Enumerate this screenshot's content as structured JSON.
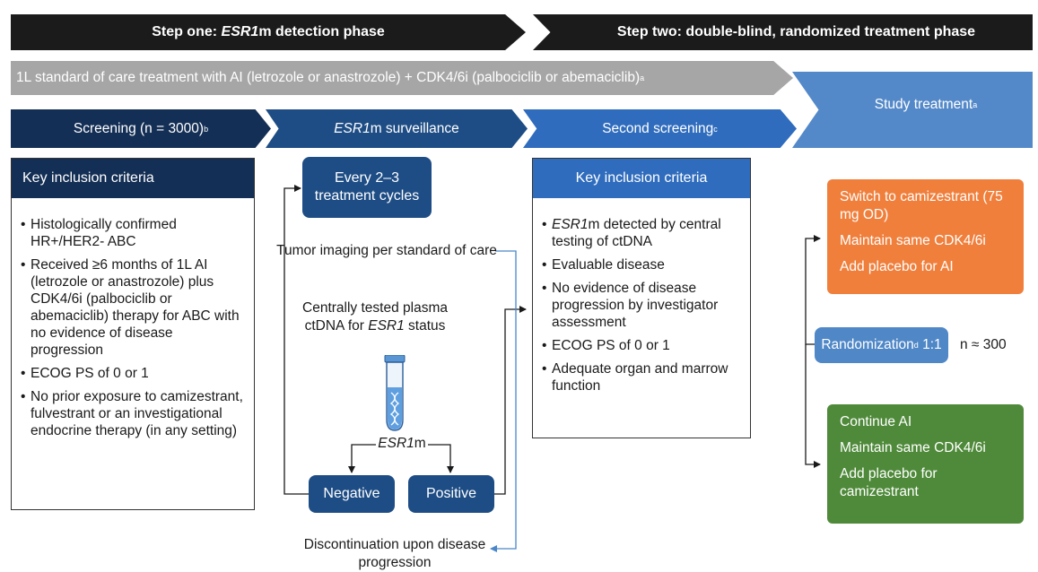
{
  "phases": {
    "one": {
      "prefix": "Step one: ",
      "italic": "ESR1",
      "suffix": "m detection phase"
    },
    "two": "Step two: double-blind, randomized treatment phase"
  },
  "band": {
    "text": "1L standard of care treatment with AI (letrozole or anastrozole) + CDK4/6i (palbociclib or abemaciclib)",
    "sup": "a"
  },
  "steps": {
    "screening": {
      "text": "Screening (n = 3000)",
      "sup": "b"
    },
    "surveillance": {
      "italic": "ESR1",
      "suffix": "m surveillance"
    },
    "second": {
      "text": "Second screening",
      "sup": "c"
    },
    "study": {
      "text": "Study treatment",
      "sup": "a"
    }
  },
  "left_criteria": {
    "heading": "Key inclusion criteria",
    "items": [
      "Histologically confirmed HR+/HER2- ABC",
      "Received ≥6 months of 1L AI (letrozole or anastrozole) plus CDK4/6i (palbociclib or abemaciclib) therapy for ABC with no evidence of disease progression",
      "ECOG PS of 0 or 1",
      "No prior exposure to camizestrant, fulvestrant or an investigational endocrine therapy (in any setting)"
    ]
  },
  "surveillance": {
    "cycle_box": "Every 2–3 treatment cycles",
    "imaging": "Tumor imaging per standard of care",
    "ctdna": {
      "prefix": "Centrally tested plasma ctDNA for ",
      "italic": "ESR1",
      "suffix": " status"
    },
    "esr1m": {
      "italic": "ESR1",
      "suffix": "m"
    },
    "negative": "Negative",
    "positive": "Positive",
    "discontinuation": "Discontinuation upon disease progression"
  },
  "right_criteria": {
    "heading": "Key inclusion criteria",
    "first_italic": "ESR1",
    "first_suffix": "m detected by central testing of ctDNA",
    "items": [
      "Evaluable disease",
      "No evidence of disease progression by investigator assessment",
      "ECOG PS of 0 or 1",
      "Adequate organ and marrow function"
    ]
  },
  "randomization": {
    "text": "Randomization",
    "sup": "d",
    "ratio": " 1:1",
    "n": "n ≈ 300"
  },
  "arm_camizestrant": [
    "Switch to camizestrant (75 mg OD)",
    "Maintain same CDK4/6i",
    "Add placebo for AI"
  ],
  "arm_ai": [
    "Continue AI",
    "Maintain same CDK4/6i",
    "Add placebo for camizestrant"
  ],
  "colors": {
    "phase": "#1b1b1b",
    "band": "#a6a6a6",
    "screening": "#142f55",
    "surveillance": "#1e4d85",
    "second": "#2f6cbd",
    "study": "#5489c9",
    "orange": "#f07f3c",
    "green": "#4f8a3a",
    "link": "#4a86c8"
  },
  "icons": {
    "tube": "test-tube-icon"
  }
}
